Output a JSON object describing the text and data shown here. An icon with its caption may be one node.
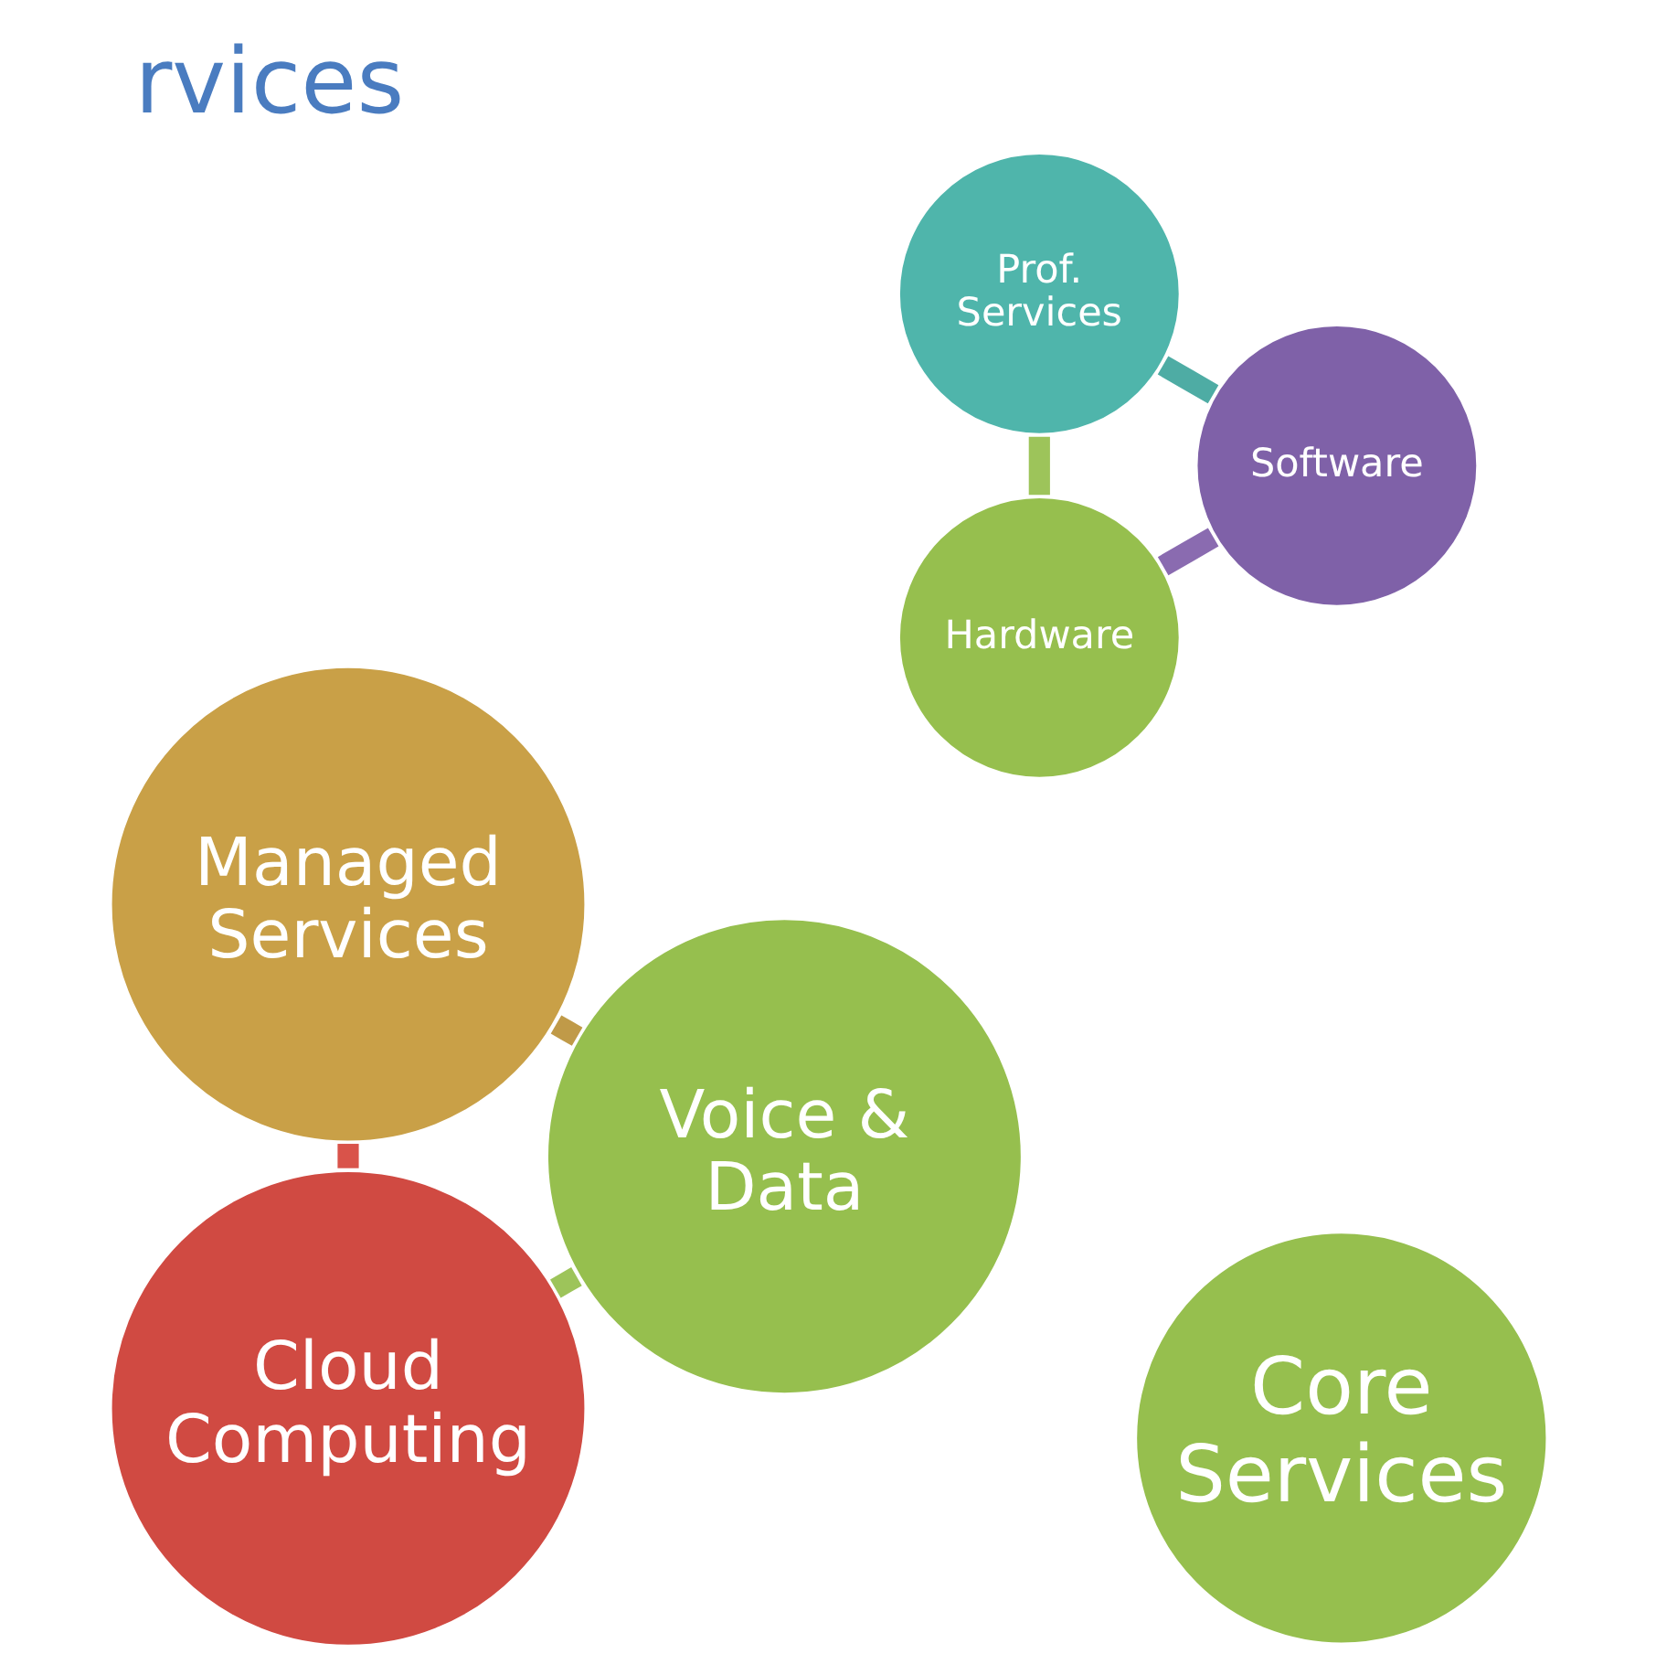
{
  "diagram": {
    "title": "rvices",
    "nodes": [
      {
        "text": [
          "Cloud Computing"
        ]
      },
      {
        "text": [
          "Hardware"
        ]
      },
      {
        "text": [
          "Core Services"
        ]
      },
      {
        "text": [
          "Software"
        ]
      },
      {
        "text": [
          "Prof. Services"
        ]
      },
      {
        "text": [
          "Voice & Data"
        ]
      },
      {
        "text": [
          "Managed Services"
        ]
      }
    ],
    "edges": [
      {
        "from": 0,
        "to": 6,
        "arrow": "none",
        "color": "#d9534a"
      },
      {
        "from": 6,
        "to": 5,
        "arrow": "none",
        "color": "#c09a48"
      },
      {
        "from": 5,
        "to": 0,
        "arrow": "none",
        "color": "#9dc45a"
      },
      {
        "from": 1,
        "to": 4,
        "arrow": "none",
        "color": "#9dc45a"
      },
      {
        "from": 4,
        "to": 3,
        "arrow": "none",
        "color": "#4eaca4"
      },
      {
        "from": 3,
        "to": 1,
        "arrow": "none",
        "color": "#8a6bb0"
      }
    ]
  }
}
